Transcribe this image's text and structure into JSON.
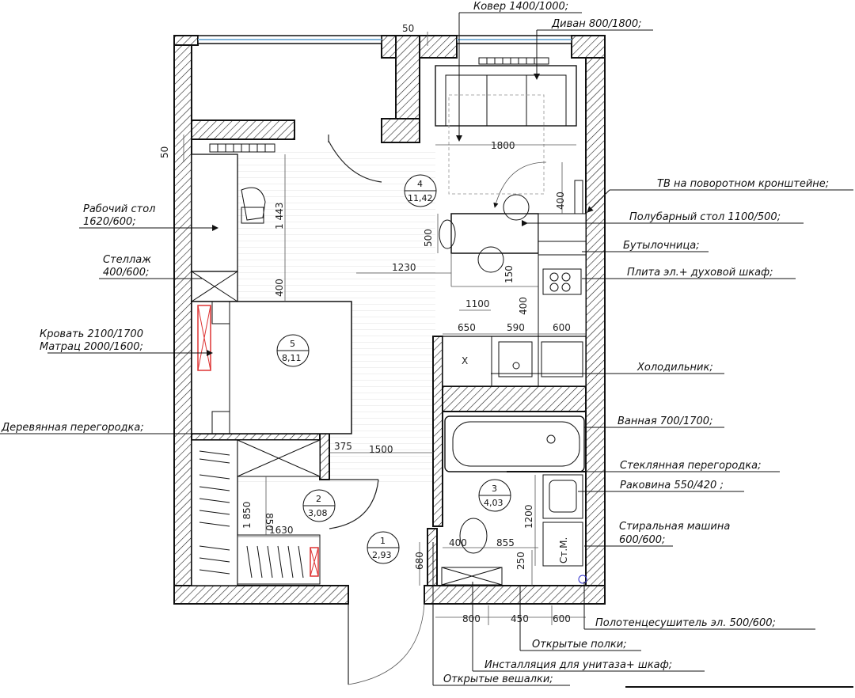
{
  "rooms": [
    {
      "num": "4",
      "area": "11,42"
    },
    {
      "num": "5",
      "area": "8,11"
    },
    {
      "num": "2",
      "area": "3,08"
    },
    {
      "num": "1",
      "area": "2,93"
    },
    {
      "num": "3",
      "area": "4,03"
    }
  ],
  "labels": {
    "carpet": "Ковер 1400/1000;",
    "sofa": "Диван 800/1800;",
    "tv": "ТВ на поворотном кронштейне;",
    "bar_table": "Полубарный стол 1100/500;",
    "bottle": "Бутылочница;",
    "stove": "Плита эл.+ духовой шкаф;",
    "fridge": "Холодильник;",
    "bath": "Ванная 700/1700;",
    "glass_partition": "Стеклянная перегородка;",
    "sink": "Раковина 550/420 ;",
    "washer_1": "Стиральная машина",
    "washer_2": "600/600;",
    "towel": "Полотенцесушитель эл. 500/600;",
    "open_shelves": "Открытые полки;",
    "installation": "Инсталляция для унитаза+ шкаф;",
    "open_hangers": "Открытые вешалки;",
    "desk_1": "Рабочий стол",
    "desk_2": "1620/600;",
    "rack_1": "Стеллаж",
    "rack_2": "400/600;",
    "bed_1": "Кровать 2100/1700",
    "bed_2": "Матрац 2000/1600;",
    "wood_partition": "Деревянная перегородка;"
  },
  "dims": {
    "d50_top": "50",
    "d50_left": "50",
    "d1800": "1800",
    "d400_tv": "400",
    "d1443": "1 443",
    "d500": "500",
    "d1230": "1230",
    "d150": "150",
    "d1100": "1100",
    "d400_left": "400",
    "d400_k": "400",
    "d650": "650",
    "d590": "590",
    "d600_k": "600",
    "d375": "375",
    "d1500": "1500",
    "d1850": "1 850",
    "d850": "850",
    "d1630": "1630",
    "d1200": "1200",
    "d400_wc": "400",
    "d855": "855",
    "d250": "250",
    "d680": "680",
    "d800_b": "800",
    "d450_b": "450",
    "d600_b": "600"
  },
  "marks": {
    "x": "X",
    "washer_short": "Ст.М."
  }
}
